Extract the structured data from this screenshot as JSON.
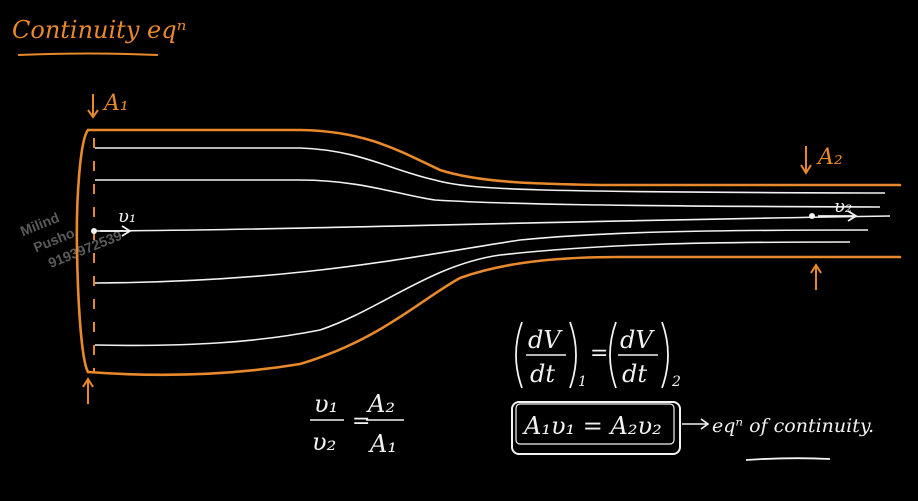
{
  "colors": {
    "background": "#000000",
    "ink_orange": "#e8892c",
    "ink_white": "#f2f2f2",
    "watermark": "#5a5a5a"
  },
  "title": "Continuity eqⁿ",
  "labels": {
    "a1": "A₁",
    "a2": "A₂",
    "v1": "υ₁",
    "v2": "υ₂"
  },
  "watermark": {
    "line1": "Milind",
    "line2": "Pusho",
    "line3": "9193972539"
  },
  "equations": {
    "rate_num": "dV",
    "rate_den": "dt",
    "rate_sub1": "1",
    "rate_equals": "=",
    "rate_sub2": "2",
    "ratio_v1": "υ₁",
    "ratio_v2": "υ₂",
    "ratio_equals": "=",
    "ratio_a2": "A₂",
    "ratio_a1": "A₁",
    "boxed": "A₁υ₁ = A₂υ₂",
    "caption": "eqⁿ of continuity."
  }
}
